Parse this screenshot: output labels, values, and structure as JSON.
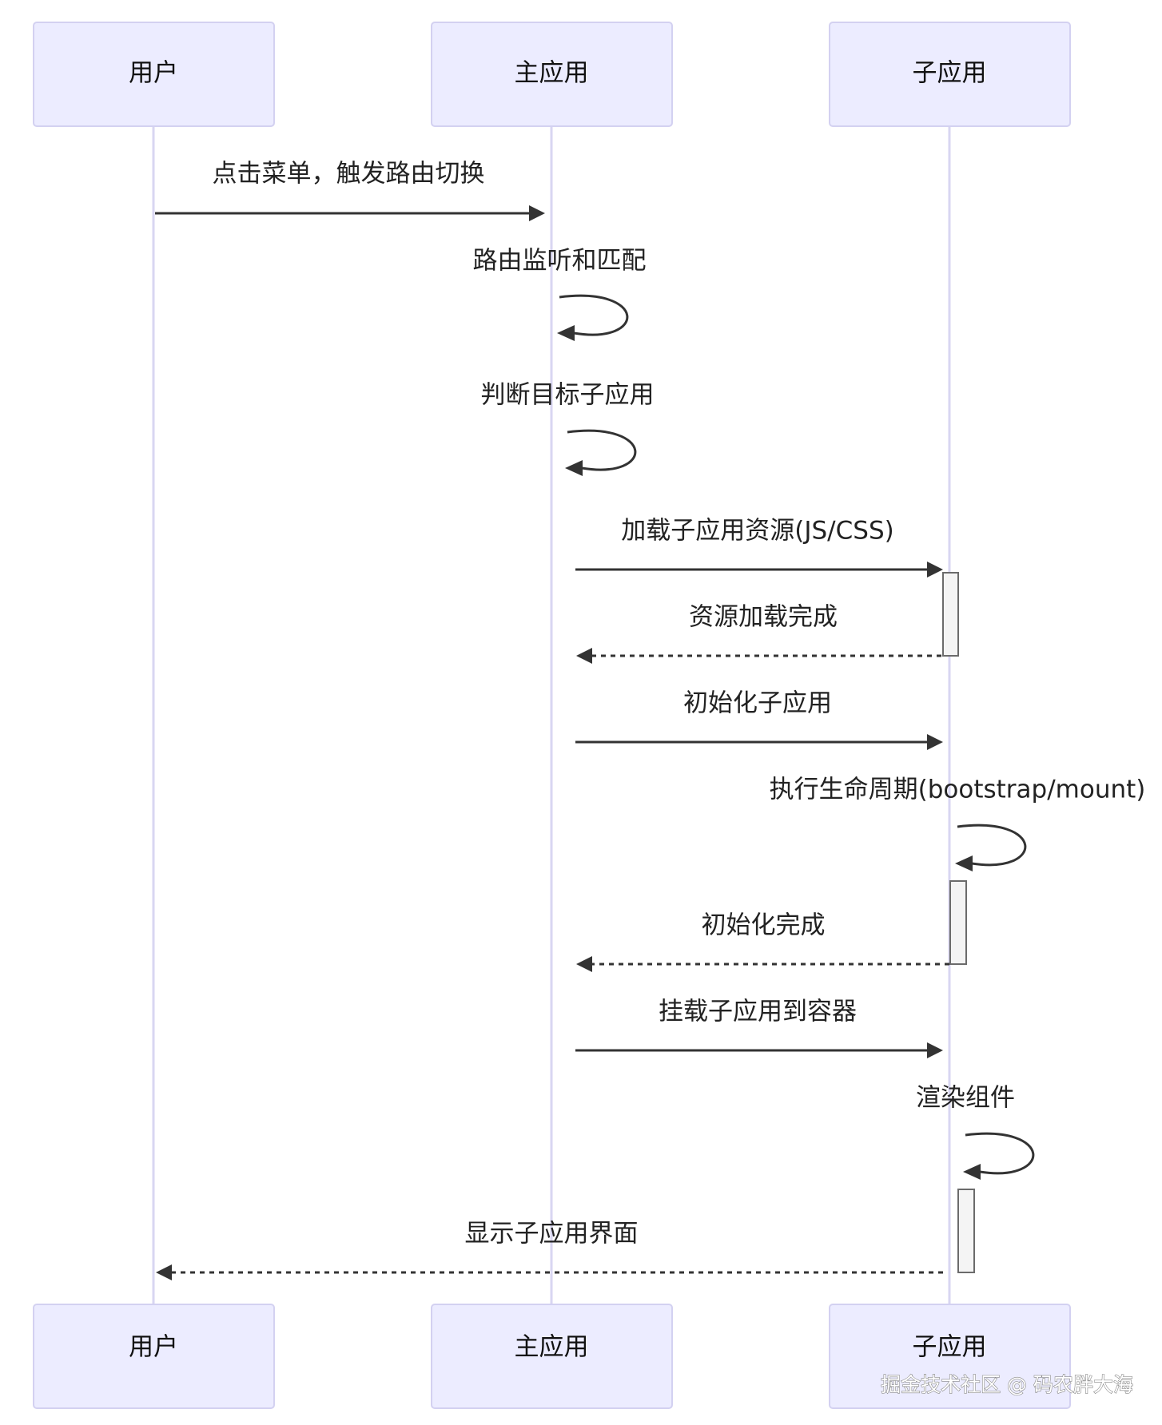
{
  "actors": [
    {
      "id": "user",
      "label": "用户"
    },
    {
      "id": "main",
      "label": "主应用"
    },
    {
      "id": "sub",
      "label": "子应用"
    }
  ],
  "messages": [
    {
      "from": "user",
      "to": "main",
      "label": "点击菜单，触发路由切换",
      "style": "solid"
    },
    {
      "from": "main",
      "to": "main",
      "label": "路由监听和匹配",
      "style": "solid"
    },
    {
      "from": "main",
      "to": "main",
      "label": "判断目标子应用",
      "style": "solid"
    },
    {
      "from": "main",
      "to": "sub",
      "label": "加载子应用资源(JS/CSS)",
      "style": "solid"
    },
    {
      "from": "sub",
      "to": "main",
      "label": "资源加载完成",
      "style": "dashed"
    },
    {
      "from": "main",
      "to": "sub",
      "label": "初始化子应用",
      "style": "solid"
    },
    {
      "from": "sub",
      "to": "sub",
      "label": "执行生命周期(bootstrap/mount)",
      "style": "solid"
    },
    {
      "from": "sub",
      "to": "main",
      "label": "初始化完成",
      "style": "dashed"
    },
    {
      "from": "main",
      "to": "sub",
      "label": "挂载子应用到容器",
      "style": "solid"
    },
    {
      "from": "sub",
      "to": "sub",
      "label": "渲染组件",
      "style": "solid"
    },
    {
      "from": "sub",
      "to": "user",
      "label": "显示子应用界面",
      "style": "dashed"
    }
  ],
  "watermark": "掘金技术社区 @ 码农胖大海",
  "colors": {
    "actor_fill": "#ececff",
    "actor_stroke": "#d3d1f1",
    "lifeline": "#d8d6f2",
    "arrow": "#333333"
  }
}
